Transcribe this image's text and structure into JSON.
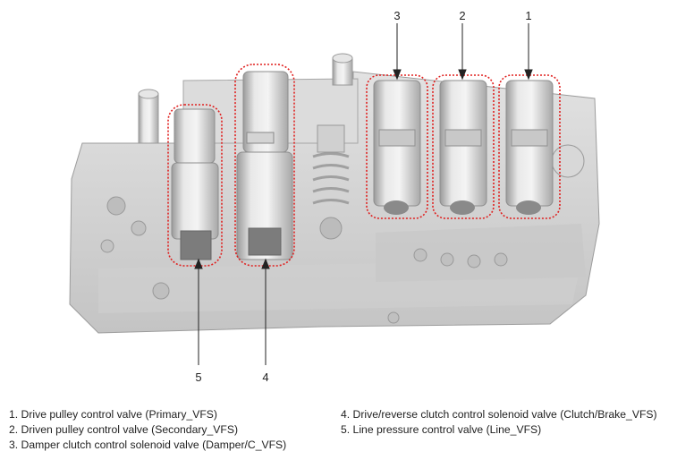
{
  "callouts": {
    "c1": "1",
    "c2": "2",
    "c3": "3",
    "c4": "4",
    "c5": "5"
  },
  "legend": {
    "left": [
      "1. Drive pulley control valve (Primary_VFS)",
      "2. Driven pulley control valve (Secondary_VFS)",
      "3. Damper clutch control solenoid valve (Damper/C_VFS)"
    ],
    "right": [
      "4. Drive/reverse clutch control solenoid valve (Clutch/Brake_VFS)",
      "5. Line pressure control valve (Line_VFS)"
    ]
  },
  "colors": {
    "highlight_outline": "#e0201f",
    "callout_line": "#222222",
    "body_gray": "#d6d6d6"
  }
}
